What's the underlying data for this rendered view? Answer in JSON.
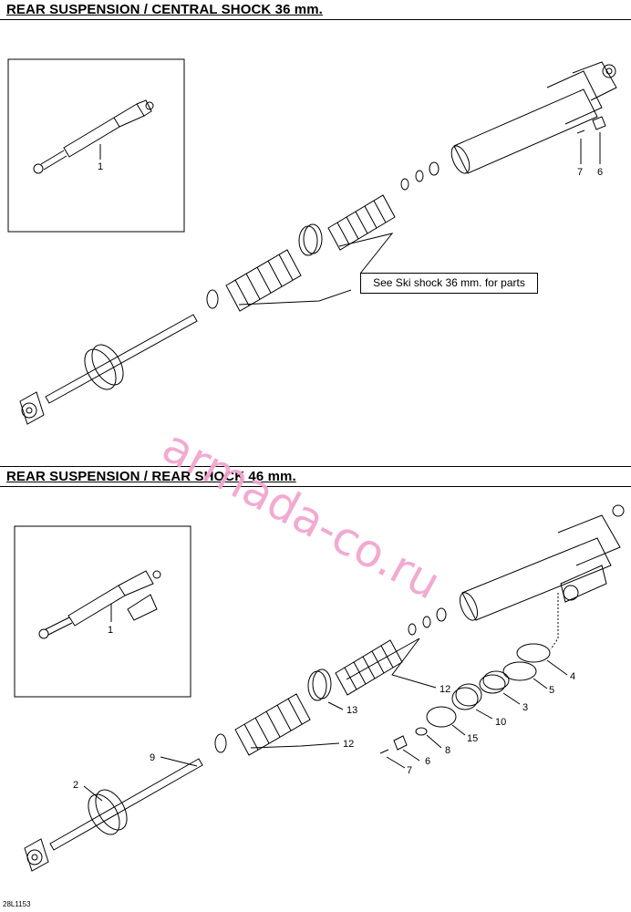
{
  "section1": {
    "title": "REAR SUSPENSION / CENTRAL SHOCK 36 mm.",
    "callouts": [
      "1",
      "7",
      "6"
    ],
    "note": "See Ski shock 36 mm. for parts"
  },
  "section2": {
    "title": "REAR SUSPENSION / REAR SHOCK 46 mm.",
    "callouts": [
      "1",
      "4",
      "5",
      "3",
      "12",
      "13",
      "12",
      "15",
      "10",
      "8",
      "6",
      "7",
      "9",
      "2"
    ]
  },
  "watermark": "armada-co.ru",
  "drawing_code": "28L1153",
  "colors": {
    "line": "#000000",
    "watermark": "#f2a6cf"
  }
}
